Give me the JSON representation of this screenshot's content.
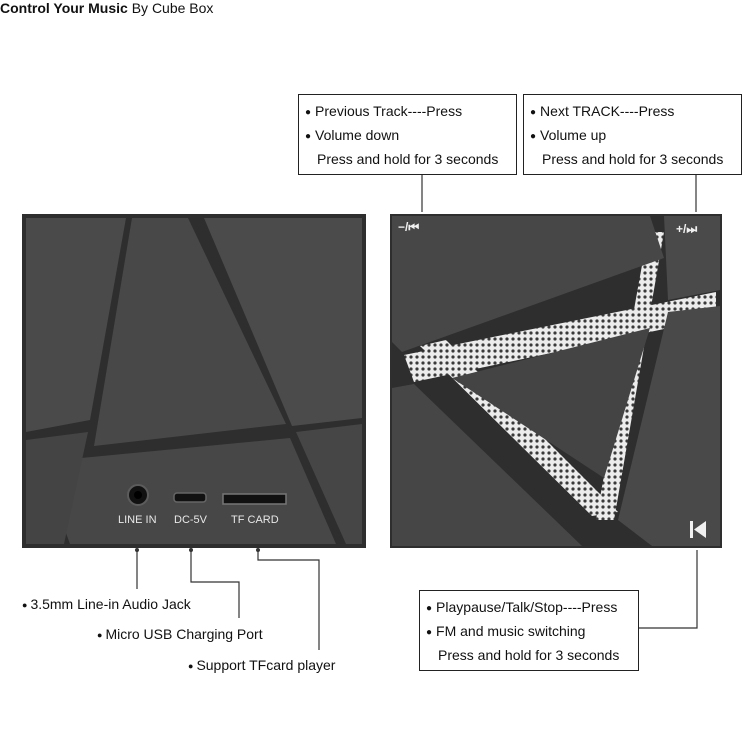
{
  "title": {
    "main": "Control Your Music",
    "sub": "By Cube Box"
  },
  "left_cube": {
    "ports": [
      {
        "label": "LINE IN"
      },
      {
        "label": "DC-5V"
      },
      {
        "label": "TF CARD"
      }
    ]
  },
  "right_cube": {
    "prev_control": "−/⏮",
    "next_control": "+/⏭",
    "play_control": "⏮"
  },
  "callouts": {
    "previous": {
      "line1": "Previous Track----Press",
      "line2": "Volume down",
      "line3": "Press and hold for 3 seconds"
    },
    "next": {
      "line1": "Next TRACK----Press",
      "line2": "Volume up",
      "line3": "Press and hold for 3 seconds"
    },
    "play": {
      "line1": "Playpause/Talk/Stop----Press",
      "line2": "FM and music switching",
      "line3": "Press and hold for 3 seconds"
    }
  },
  "captions": {
    "jack": "3.5mm Line-in Audio Jack",
    "usb": "Micro USB Charging Port",
    "tf": "Support TFcard player"
  },
  "colors": {
    "cube": "#464646",
    "cube_dark": "#2b2b2b",
    "grille": "#d8d8d8",
    "line": "#333333"
  }
}
